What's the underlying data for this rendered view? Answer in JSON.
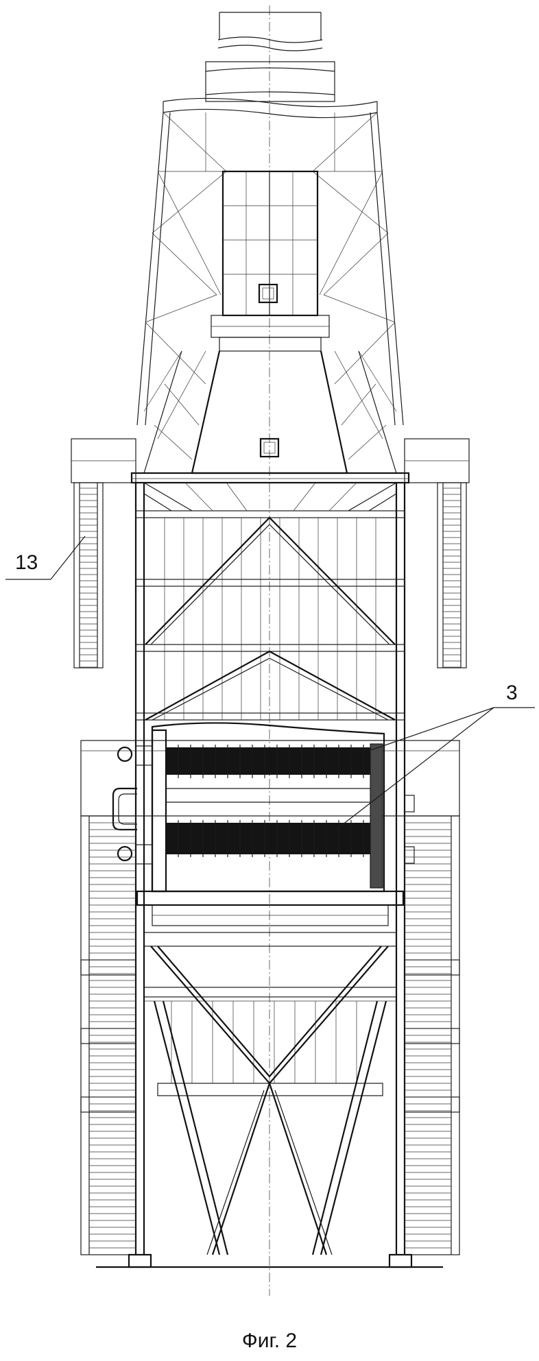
{
  "figure": {
    "caption": "Фиг. 2",
    "callouts": [
      {
        "id": "13",
        "text": "13"
      },
      {
        "id": "3",
        "text": "3"
      }
    ]
  }
}
